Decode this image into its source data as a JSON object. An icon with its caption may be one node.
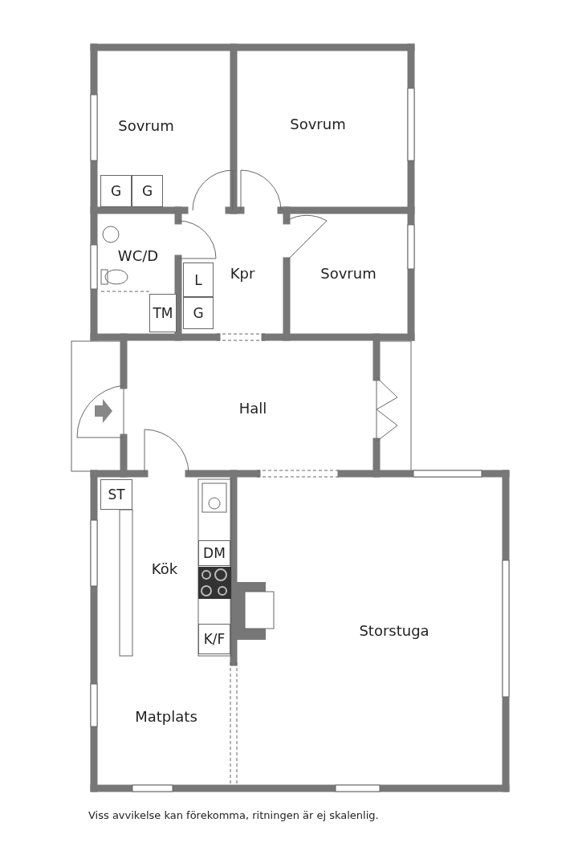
{
  "diagram": {
    "caption": "Viss avvikelse kan förekomma, ritningen är ej skalenlig.",
    "nodes": [
      {
        "text": [
          "Sovrum"
        ]
      },
      {
        "text": [
          "G"
        ],
        "in": 0
      },
      {
        "text": [
          "G"
        ],
        "in": 0
      },
      {
        "text": [
          "Sovrum"
        ]
      },
      {
        "text": [
          "WC/D"
        ]
      },
      {
        "text": [
          "TM"
        ],
        "in": 4
      },
      {
        "text": [
          "Kpr"
        ]
      },
      {
        "text": [
          "L"
        ],
        "in": 6
      },
      {
        "text": [
          "G"
        ],
        "in": 6
      },
      {
        "text": [
          "Sovrum"
        ]
      },
      {
        "text": [
          "Hall"
        ]
      },
      {
        "text": [
          "Kök"
        ]
      },
      {
        "text": [
          "ST"
        ],
        "in": 11
      },
      {
        "text": [
          "DM"
        ],
        "in": 11
      },
      {
        "text": [
          "K/F"
        ],
        "in": 11
      },
      {
        "text": [
          "Storstuga"
        ]
      },
      {
        "text": [
          "Matplats"
        ]
      }
    ],
    "edges": []
  }
}
